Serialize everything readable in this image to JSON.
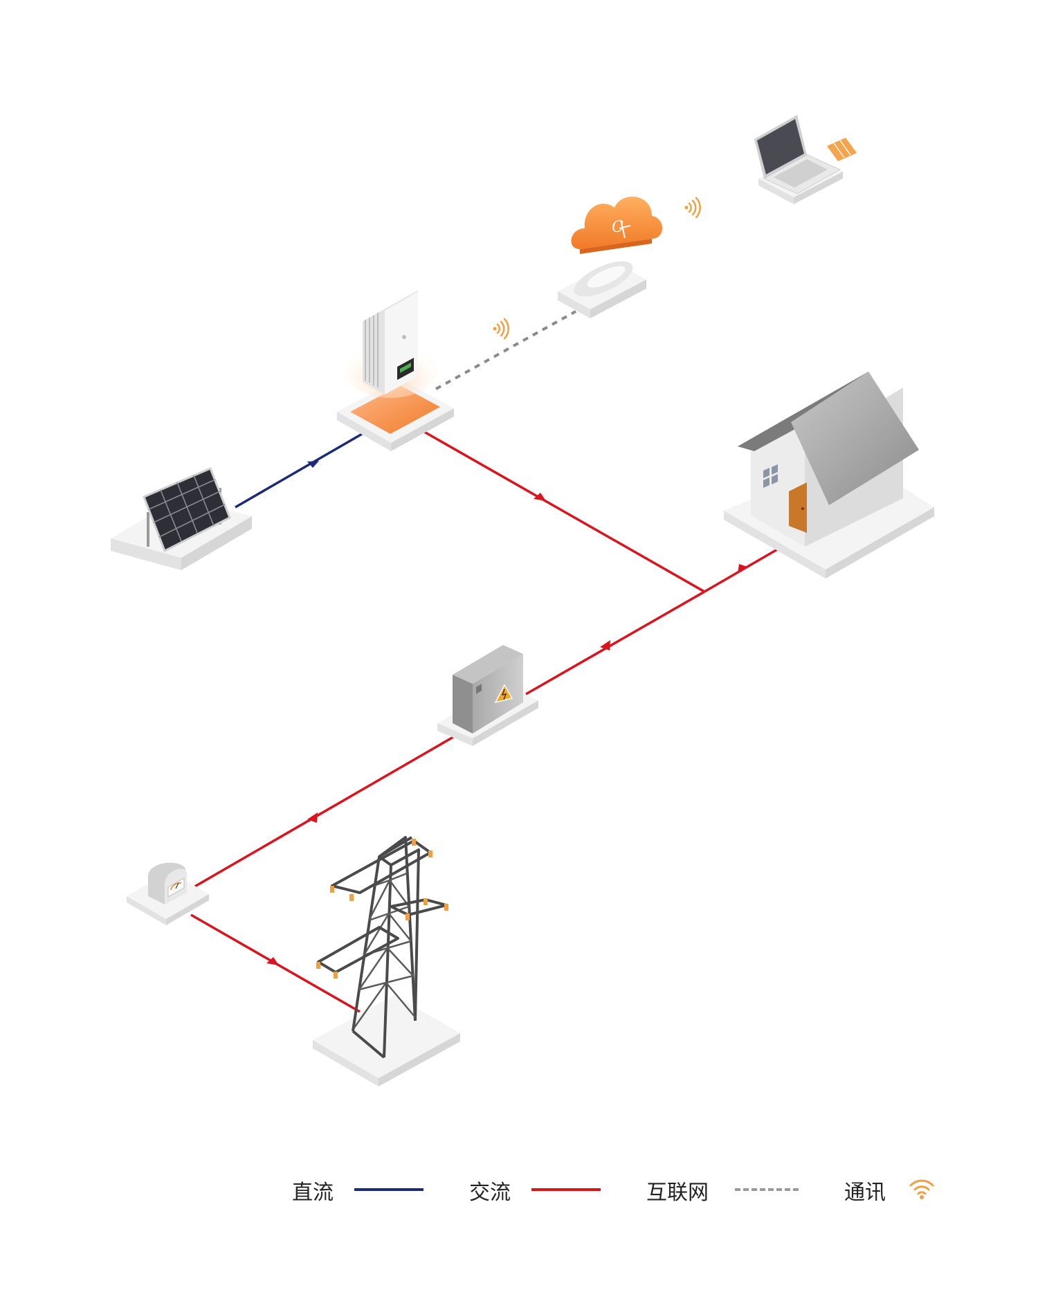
{
  "legend": [
    {
      "label": "直流",
      "line": "dc"
    },
    {
      "label": "交流",
      "line": "ac"
    },
    {
      "label": "互联网",
      "line": "internet"
    },
    {
      "label": "通讯",
      "line": "wifi"
    }
  ],
  "colors": {
    "dc": "#1c2a78",
    "ac": "#d9141e",
    "internet": "#9a9a9a",
    "wifi": "#f0a040",
    "accent_orange": "#f07a28",
    "platform": "#f2f2f2"
  },
  "nodes": [
    {
      "id": "solar-panel",
      "icon": "solar-panel-icon"
    },
    {
      "id": "inverter",
      "icon": "inverter-icon"
    },
    {
      "id": "router",
      "icon": "router-icon"
    },
    {
      "id": "cloud",
      "icon": "cloud-icon"
    },
    {
      "id": "laptop",
      "icon": "laptop-icon"
    },
    {
      "id": "house",
      "icon": "house-icon"
    },
    {
      "id": "distribution-box",
      "icon": "electric-box-icon"
    },
    {
      "id": "meter",
      "icon": "meter-icon"
    },
    {
      "id": "transmission-tower",
      "icon": "pylon-icon"
    }
  ]
}
